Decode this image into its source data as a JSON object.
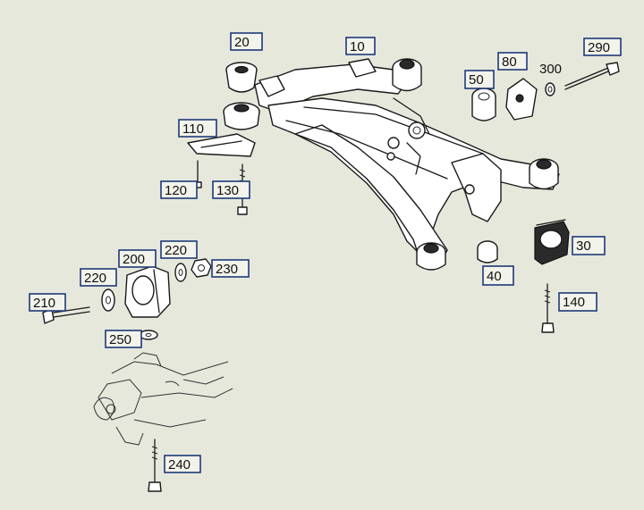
{
  "labels": {
    "c10": "10",
    "c20": "20",
    "c30": "30",
    "c40": "40",
    "c50": "50",
    "c80": "80",
    "c110": "110",
    "c120": "120",
    "c130": "130",
    "c140": "140",
    "c200": "200",
    "c210": "210",
    "c220a": "220",
    "c220b": "220",
    "c230": "230",
    "c240": "240",
    "c250": "250",
    "c290": "290",
    "c300": "300"
  },
  "colors": {
    "background": "#e6e8dc",
    "callout_border": "#1f3a78",
    "line_art": "#1a1a1a"
  }
}
